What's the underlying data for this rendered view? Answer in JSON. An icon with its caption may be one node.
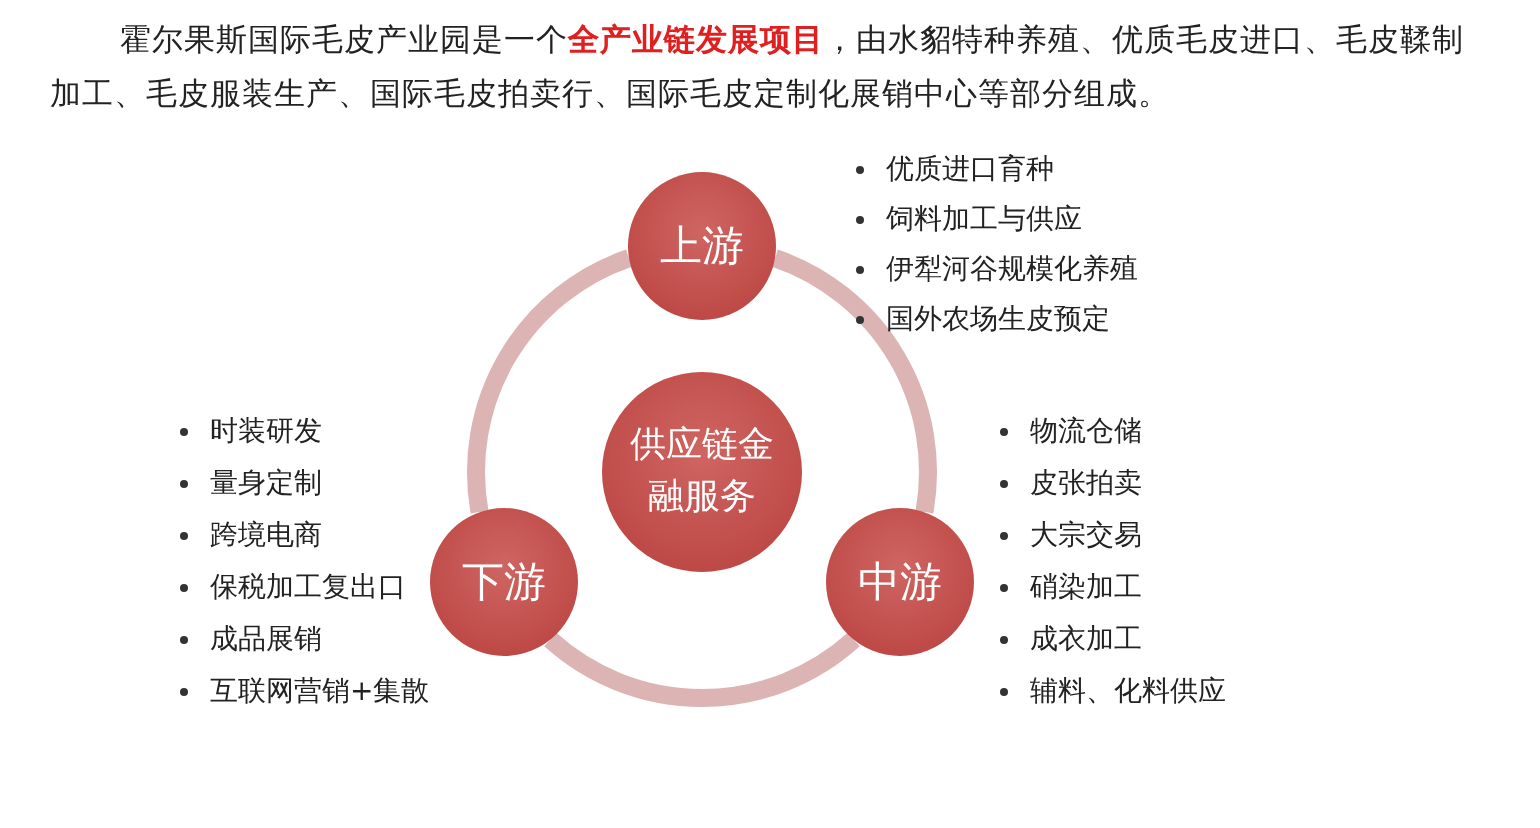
{
  "diagram": {
    "title": "霍尔果斯国际毛皮产业园是一个**全产业链发展项目**，由水貂特种养殖、优质毛皮进口、毛皮鞣制加工、毛皮服装生产、国际毛皮拍卖行、国际毛皮定制化展销中心等部分组成。",
    "nodes": [
      {
        "text": [
          "上游"
        ],
        "beside": [
          "优质进口育种",
          "饲料加工与供应",
          "伊犁河谷规模化养殖",
          "国外农场生皮预定"
        ]
      },
      {
        "text": [
          "中游"
        ],
        "beside": [
          "物流仓储",
          "皮张拍卖",
          "大宗交易",
          "硝染加工",
          "成衣加工",
          "辅料、化料供应"
        ]
      },
      {
        "text": [
          "下游"
        ],
        "beside": [
          "时装研发",
          "量身定制",
          "跨境电商",
          "保税加工复出口",
          "成品展销",
          "互联网营销+集散"
        ]
      },
      {
        "text": [
          "供应链金融服务"
        ]
      }
    ],
    "edges": [
      {
        "from": 0,
        "to": 1,
        "arrow": "none"
      },
      {
        "from": 1,
        "to": 2,
        "arrow": "none"
      },
      {
        "from": 2,
        "to": 0,
        "arrow": "none"
      }
    ]
  }
}
